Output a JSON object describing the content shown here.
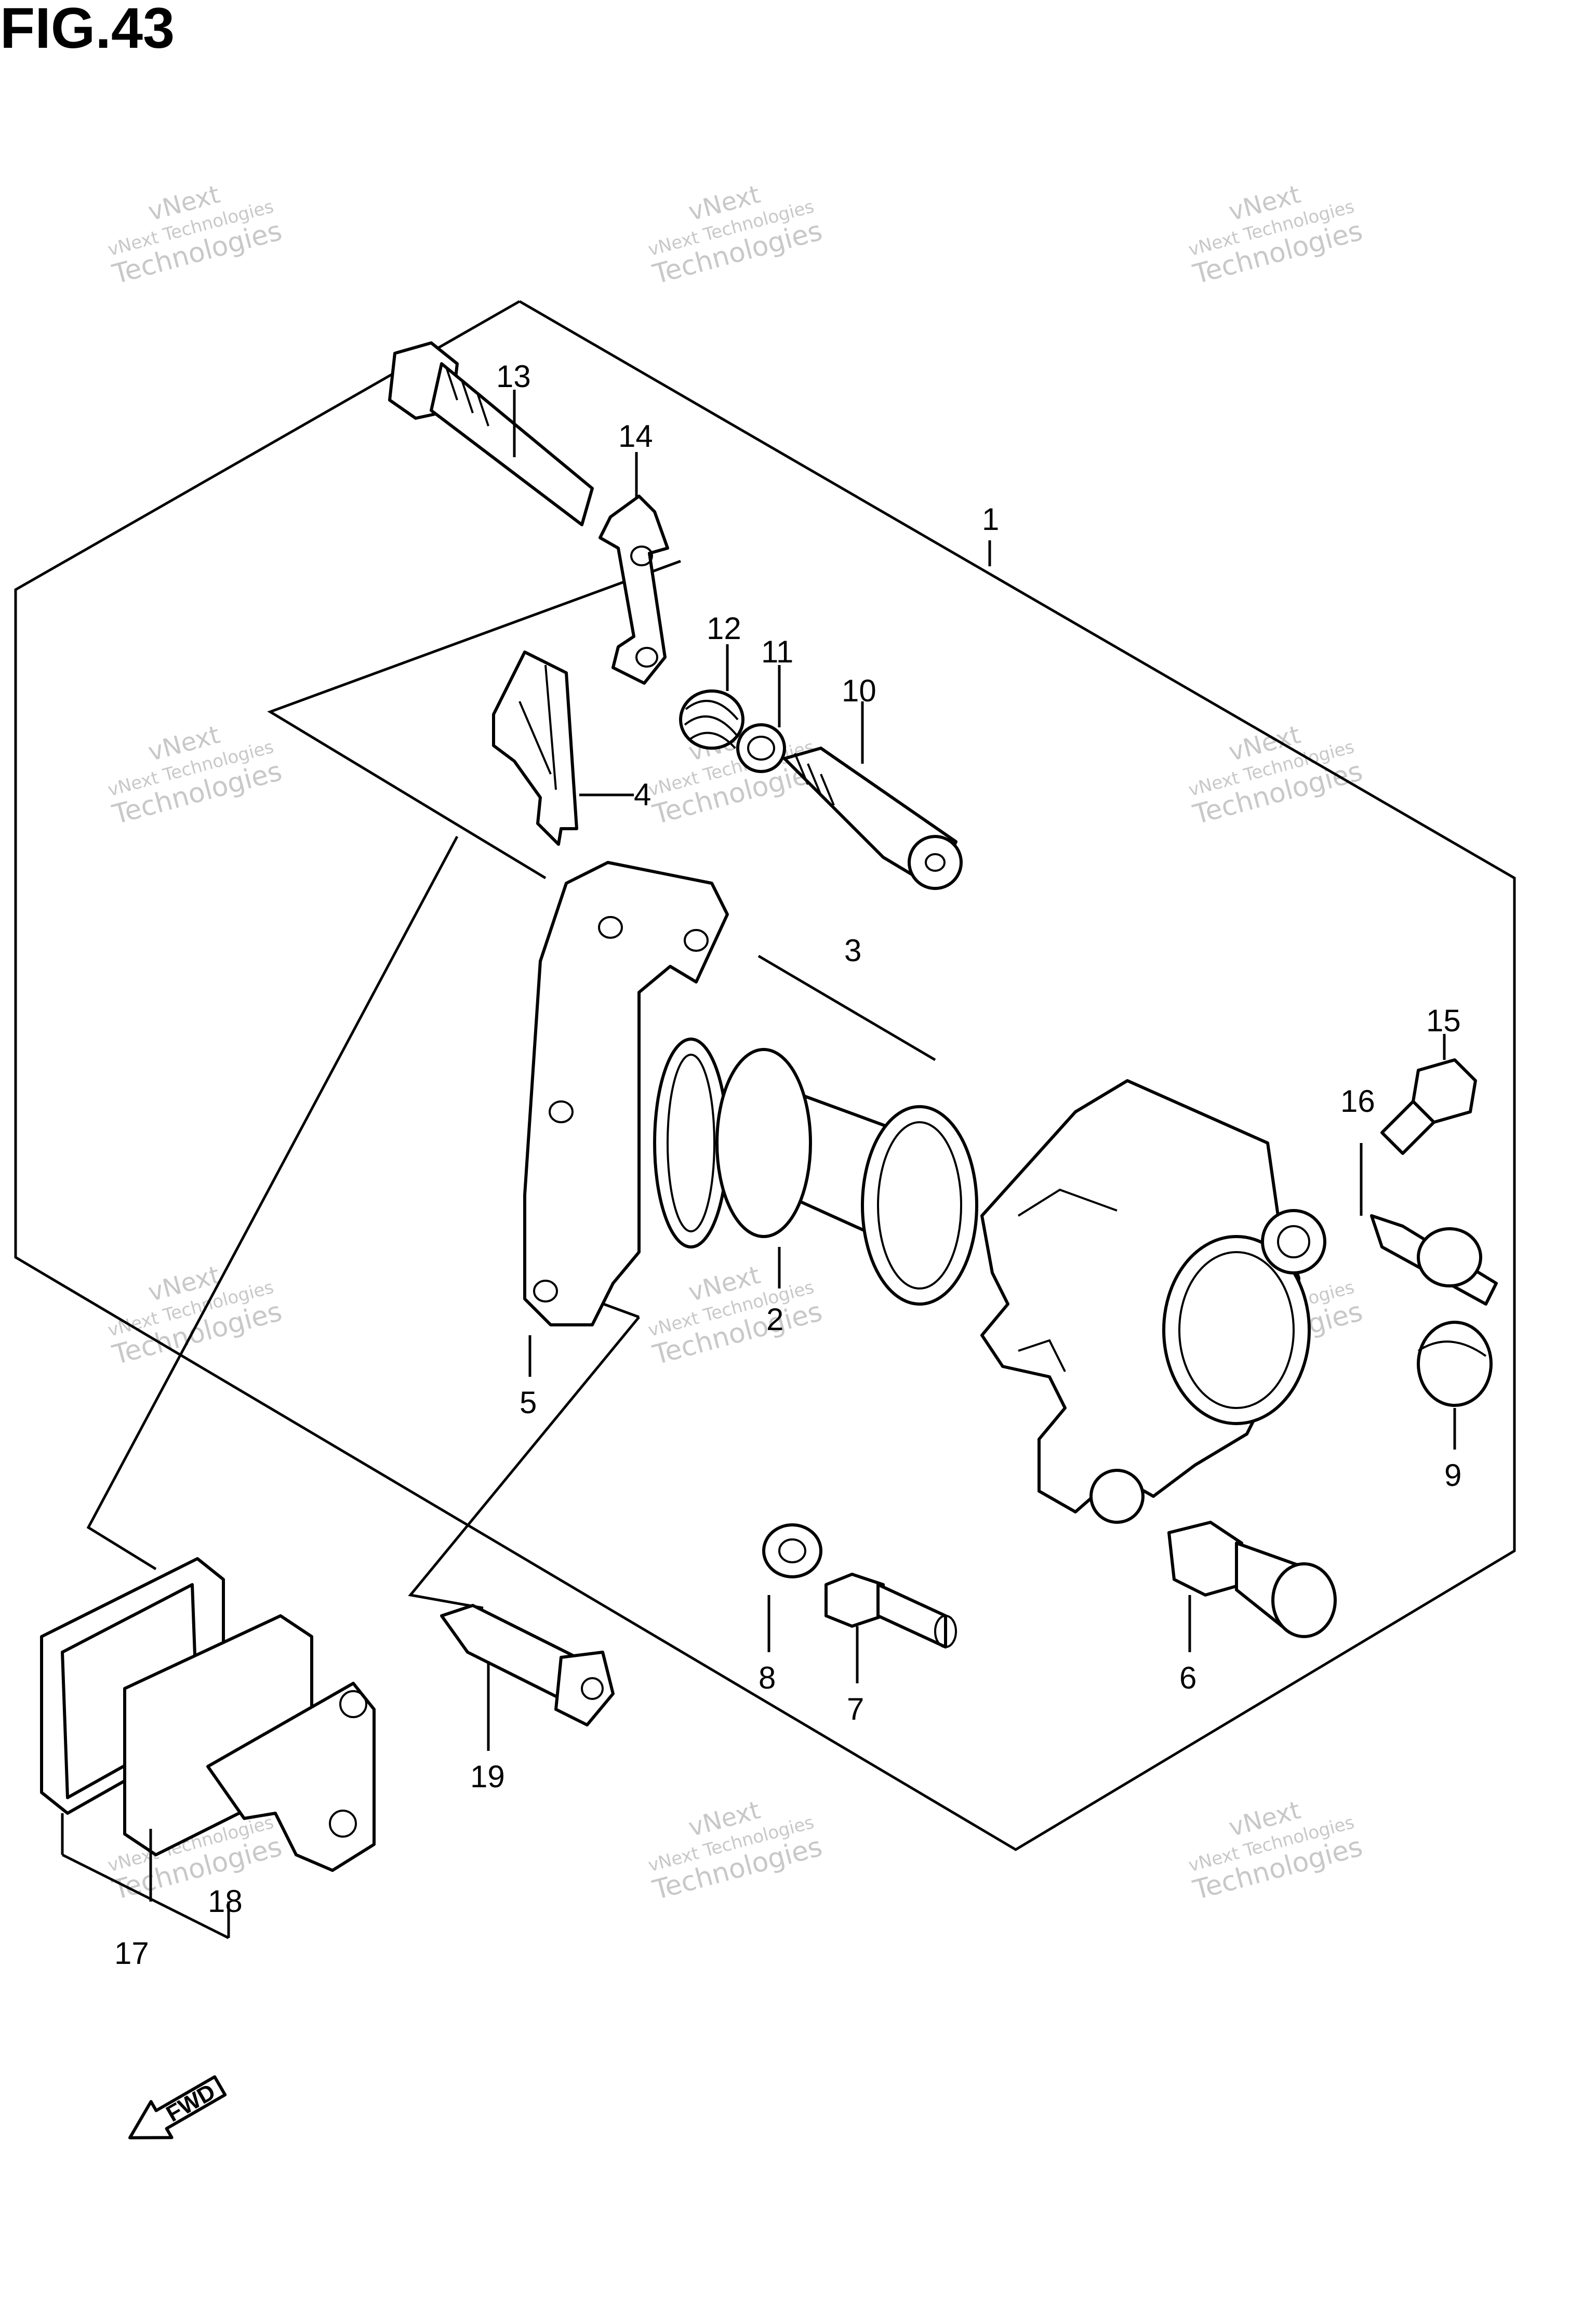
{
  "figure": {
    "title": "FIG.43"
  },
  "callouts": [
    "1",
    "2",
    "3",
    "4",
    "5",
    "6",
    "7",
    "8",
    "9",
    "10",
    "11",
    "12",
    "13",
    "14",
    "15",
    "16",
    "17",
    "18",
    "19"
  ],
  "watermark": {
    "line1": "vNext",
    "line2": "vNext Technologies",
    "line3": "Technologies"
  },
  "direction_marker": {
    "label": "FWD"
  }
}
